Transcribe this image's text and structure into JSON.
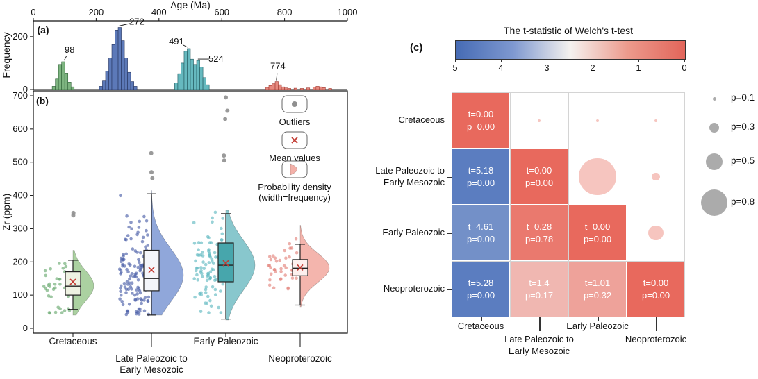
{
  "figure": {
    "background": "#ffffff"
  },
  "chart_data": [
    {
      "id": "a",
      "type": "bar",
      "panel_label": "(a)",
      "x_title": "Age (Ma)",
      "y_label": "Frequency",
      "x_ticks": [
        0,
        200,
        400,
        600,
        800,
        1000
      ],
      "y_ticks": [
        0,
        200
      ],
      "xlim": [
        0,
        1000
      ],
      "ylim": [
        0,
        260
      ],
      "clusters": [
        {
          "name": "Cretaceous",
          "fill": "#7db480",
          "edge": "#2d5e35",
          "bin_width": 10,
          "bars": [
            [
              65,
              12
            ],
            [
              75,
              40
            ],
            [
              85,
              95
            ],
            [
              95,
              105
            ],
            [
              105,
              62
            ],
            [
              115,
              28
            ],
            [
              125,
              10
            ]
          ],
          "peaks": [
            {
              "label": "98",
              "age": 98,
              "freq": 105,
              "dx": 8,
              "dy": -13
            }
          ]
        },
        {
          "name": "Late Paleozoic to Early Mesozoic",
          "fill": "#5c79b8",
          "edge": "#27355e",
          "bin_width": 10,
          "bars": [
            [
              215,
              12
            ],
            [
              225,
              35
            ],
            [
              235,
              70
            ],
            [
              245,
              120
            ],
            [
              255,
              170
            ],
            [
              265,
              225
            ],
            [
              275,
              235
            ],
            [
              285,
              185
            ],
            [
              295,
              120
            ],
            [
              305,
              65
            ],
            [
              315,
              30
            ],
            [
              325,
              12
            ]
          ],
          "peaks": [
            {
              "label": "272",
              "age": 272,
              "freq": 235,
              "dx": 26,
              "dy": -4
            }
          ]
        },
        {
          "name": "Early Paleozoic",
          "fill": "#66b9bf",
          "edge": "#20565b",
          "bin_width": 10,
          "bars": [
            [
              455,
              25
            ],
            [
              465,
              60
            ],
            [
              475,
              100
            ],
            [
              485,
              145
            ],
            [
              495,
              155
            ],
            [
              505,
              115
            ],
            [
              515,
              95
            ],
            [
              525,
              110
            ],
            [
              535,
              85
            ],
            [
              545,
              45
            ],
            [
              555,
              18
            ]
          ],
          "peaks": [
            {
              "label": "491",
              "age": 491,
              "freq": 155,
              "dx": -16,
              "dy": -6
            },
            {
              "label": "524",
              "age": 524,
              "freq": 110,
              "dx": 26,
              "dy": 2
            }
          ]
        },
        {
          "name": "Neoproterozoic",
          "fill": "#e6897f",
          "edge": "#a03b32",
          "bin_width": 10,
          "bars": [
            [
              745,
              8
            ],
            [
              755,
              15
            ],
            [
              765,
              22
            ],
            [
              775,
              30
            ],
            [
              785,
              18
            ],
            [
              795,
              10
            ],
            [
              805,
              6
            ],
            [
              815,
              4
            ],
            [
              835,
              5
            ],
            [
              855,
              4
            ],
            [
              875,
              6
            ],
            [
              895,
              9
            ],
            [
              905,
              12
            ],
            [
              915,
              10
            ],
            [
              925,
              7
            ],
            [
              945,
              4
            ]
          ],
          "peaks": [
            {
              "label": "774",
              "age": 774,
              "freq": 30,
              "dx": 2,
              "dy": -18
            }
          ]
        }
      ]
    },
    {
      "id": "b",
      "type": "box-violin-scatter",
      "panel_label": "(b)",
      "y_label": "Zr (ppm)",
      "y_ticks": [
        0,
        100,
        200,
        300,
        400,
        500,
        600,
        700
      ],
      "ylim": [
        0,
        730
      ],
      "groups": [
        {
          "name_lines": [
            "Cretaceous"
          ],
          "label_row": 1,
          "dot_color": "#6cab72",
          "violin_fill": "#a6cf9c",
          "box_fill": "#eef2e2",
          "box": {
            "q1": 100,
            "median": 127,
            "q3": 170,
            "whisker_low": 57,
            "whisker_high": 205
          },
          "mean": 140,
          "outliers": [
            340,
            347
          ],
          "scatter": {
            "n": 36,
            "mu": 125,
            "sigma": 48,
            "min": 45,
            "max": 215
          },
          "violin": {
            "mu": 128,
            "sigma": 46,
            "min": 40,
            "max": 235,
            "max_width": 30
          }
        },
        {
          "name_lines": [
            "Late Paleozoic to",
            "Early Mesozoic"
          ],
          "label_row": 2,
          "dot_color": "#4d61a9",
          "violin_fill": "#8aa2d8",
          "box_fill": "#f4f6fa",
          "box": {
            "q1": 113,
            "median": 150,
            "q3": 235,
            "whisker_low": 40,
            "whisker_high": 405
          },
          "mean": 176,
          "outliers": [
            452,
            470,
            527
          ],
          "scatter": {
            "n": 130,
            "mu": 165,
            "sigma": 85,
            "min": 40,
            "max": 410
          },
          "violin": {
            "mu": 160,
            "sigma": 80,
            "min": 40,
            "max": 415,
            "max_width": 46
          }
        },
        {
          "name_lines": [
            "Early Paleozoic"
          ],
          "label_row": 1,
          "dot_color": "#63bac2",
          "violin_fill": "#82c4ca",
          "box_fill": "#47a6ac",
          "box": {
            "q1": 140,
            "median": 190,
            "q3": 257,
            "whisker_low": 28,
            "whisker_high": 345
          },
          "mean": 196,
          "outliers": [
            505,
            520,
            630,
            655,
            695
          ],
          "scatter": {
            "n": 95,
            "mu": 190,
            "sigma": 78,
            "min": 45,
            "max": 350
          },
          "violin": {
            "mu": 190,
            "sigma": 75,
            "min": 25,
            "max": 355,
            "max_width": 42
          }
        },
        {
          "name_lines": [
            "Neoproterozoic"
          ],
          "label_row": 2,
          "dot_color": "#e4847c",
          "violin_fill": "#f3b1a9",
          "box_fill": "#fdf0ee",
          "box": {
            "q1": 158,
            "median": 181,
            "q3": 207,
            "whisker_low": 70,
            "whisker_high": 253
          },
          "mean": 183,
          "outliers": [],
          "scatter": {
            "n": 42,
            "mu": 182,
            "sigma": 42,
            "min": 70,
            "max": 305
          },
          "violin": {
            "mu": 182,
            "sigma": 44,
            "min": 65,
            "max": 310,
            "max_width": 42
          }
        }
      ],
      "legend": {
        "outliers_label": "Outliers",
        "mean_label": "Mean values",
        "density_label_1": "Probability density",
        "density_label_2": "(width=frequency)",
        "outlier_color": "#8f8f8f",
        "mean_color": "#c23b33"
      }
    },
    {
      "id": "c",
      "type": "heatmap",
      "panel_label": "(c)",
      "colorbar": {
        "title": "The t-statistic of Welch's t-test",
        "ticks": [
          5,
          4,
          3,
          2,
          1,
          0
        ],
        "gradient": [
          "#466bb4",
          "#7e98d0",
          "#f5f2ef",
          "#ec9a8c",
          "#e2655a"
        ]
      },
      "colormap": {
        "blue": "#5b7dc0",
        "white": "#f7f5f3",
        "red": "#e8695d",
        "t_min": 0,
        "t_mid": 2.5,
        "t_max": 5
      },
      "categories": [
        [
          "Cretaceous"
        ],
        [
          "Late Paleozoic to",
          "Early Mesozoic"
        ],
        [
          "Early Paleozoic"
        ],
        [
          "Neoproterozoic"
        ]
      ],
      "col_label_rows": [
        1,
        2,
        1,
        2
      ],
      "cells": [
        {
          "row": 0,
          "col": 0,
          "t": "0.00",
          "p": "0.00"
        },
        {
          "row": 1,
          "col": 0,
          "t": "5.18",
          "p": "0.00"
        },
        {
          "row": 1,
          "col": 1,
          "t": "0.00",
          "p": "0.00"
        },
        {
          "row": 2,
          "col": 0,
          "t": "4.61",
          "p": "0.00"
        },
        {
          "row": 2,
          "col": 1,
          "t": "0.28",
          "p": "0.78"
        },
        {
          "row": 2,
          "col": 2,
          "t": "0.00",
          "p": "0.00"
        },
        {
          "row": 3,
          "col": 0,
          "t": "5.28",
          "p": "0.00"
        },
        {
          "row": 3,
          "col": 1,
          "t": "1.4",
          "p": "0.17"
        },
        {
          "row": 3,
          "col": 2,
          "t": "1.01",
          "p": "0.32"
        },
        {
          "row": 3,
          "col": 3,
          "t": "0.00",
          "p": "0.00"
        }
      ],
      "bubbles": [
        {
          "row": 0,
          "col": 1,
          "p": 0.0
        },
        {
          "row": 0,
          "col": 2,
          "p": 0.0
        },
        {
          "row": 0,
          "col": 3,
          "p": 0.0
        },
        {
          "row": 1,
          "col": 2,
          "p": 0.78
        },
        {
          "row": 1,
          "col": 3,
          "p": 0.17
        },
        {
          "row": 2,
          "col": 3,
          "p": 0.32
        }
      ],
      "bubble_color": "#f6c5bf",
      "bubble_legend": {
        "color": "#ababab",
        "items": [
          {
            "label": "p=0.1",
            "p": 0.1
          },
          {
            "label": "p=0.3",
            "p": 0.3
          },
          {
            "label": "p=0.5",
            "p": 0.5
          },
          {
            "label": "p=0.8",
            "p": 0.8
          }
        ]
      }
    }
  ]
}
